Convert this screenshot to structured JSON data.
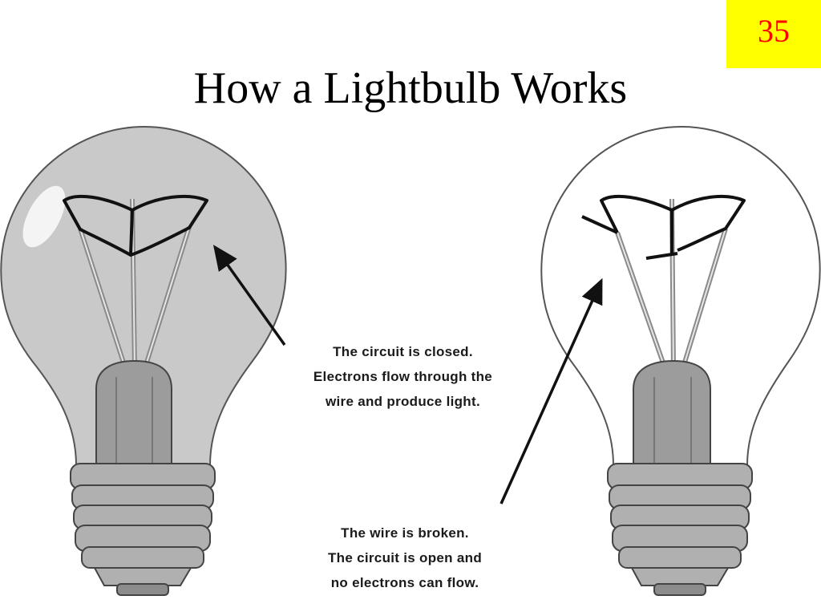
{
  "slide": {
    "number": "35",
    "title": "How a Lightbulb Works"
  },
  "diagram": {
    "closed_caption": [
      "The circuit is closed.",
      "Electrons flow through the",
      "wire and produce light."
    ],
    "broken_caption": [
      "The wire is broken.",
      "The circuit is open and",
      "no electrons can flow."
    ]
  },
  "colors": {
    "number_badge_bg": "#ffff00",
    "number_text": "#ff0000",
    "lit_glass": "#c8c8c8",
    "unlit_glass": "#ffffff",
    "base_gray": "#a8a8a8",
    "outline": "#222222"
  }
}
